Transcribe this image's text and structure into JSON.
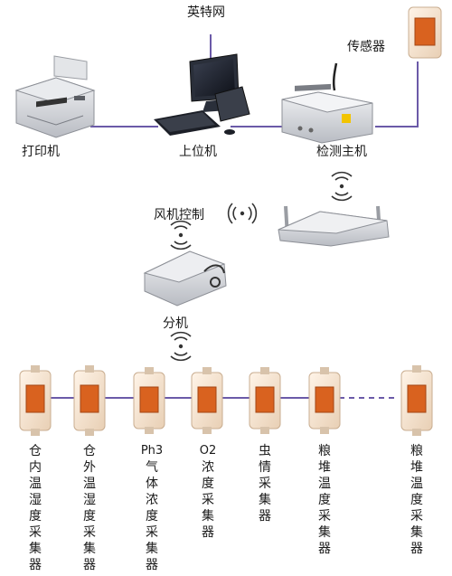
{
  "labels": {
    "internet": "英特网",
    "sensor": "传感器",
    "printer": "打印机",
    "host_pc": "上位机",
    "detector": "检测主机",
    "fan_control": "风机控制",
    "sub_unit": "分机"
  },
  "collectors": [
    {
      "prefix": "",
      "label": "仓内温湿度采集器"
    },
    {
      "prefix": "",
      "label": "仓外温湿度采集器"
    },
    {
      "prefix": "Ph3",
      "label": "气体浓度采集器"
    },
    {
      "prefix": "O2",
      "label": "浓度采集器"
    },
    {
      "prefix": "",
      "label": "虫情采集器"
    },
    {
      "prefix": "",
      "label": "粮堆温度采集器"
    },
    {
      "prefix": "",
      "label": "粮堆温度采集器"
    }
  ],
  "colors": {
    "line": "#6b5aa8",
    "device_gray": "#c9ccd2",
    "sensor_orange": "#d9621f",
    "sensor_body": "#f6e3cf",
    "wireless": "#333333"
  }
}
